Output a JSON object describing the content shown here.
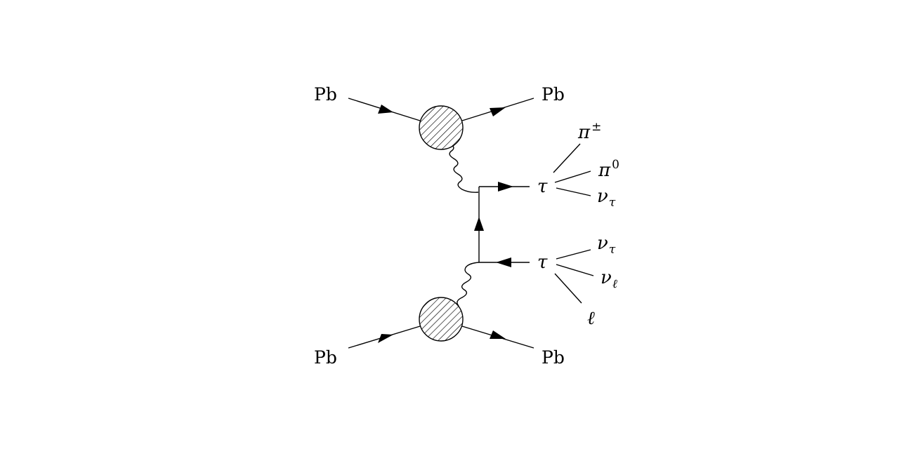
{
  "labels": {
    "pb_in_top": "Pb",
    "pb_out_top": "Pb",
    "pb_in_bottom": "Pb",
    "pb_out_bottom": "Pb",
    "tau_top": "τ",
    "tau_bottom": "τ",
    "pi_charged": "π",
    "pi_charged_sup": "±",
    "pi_neutral": "π",
    "pi_neutral_sup": "0",
    "nu_top": "ν",
    "nu_top_sub": "τ",
    "nu_bottom_tau": "ν",
    "nu_bottom_tau_sub": "τ",
    "nu_bottom_lepton": "ν",
    "nu_bottom_lepton_sub": "ℓ",
    "lepton": "ℓ"
  }
}
